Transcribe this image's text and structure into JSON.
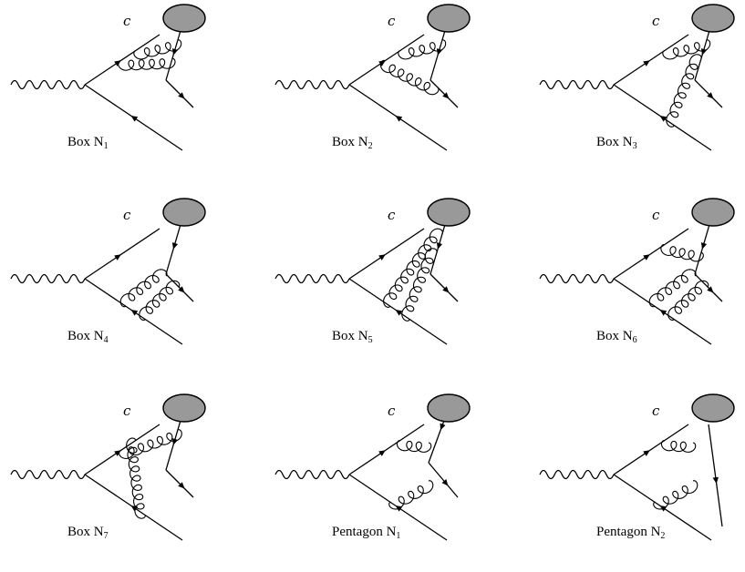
{
  "quark_label": "c",
  "colors": {
    "line": "#000000",
    "blob_fill": "#999999"
  },
  "diagrams": [
    {
      "id": "box-n1",
      "name": "Box N",
      "index": "1",
      "gluons": [
        [
          "q1",
          "a1"
        ],
        [
          "q2",
          "a2"
        ]
      ]
    },
    {
      "id": "box-n2",
      "name": "Box N",
      "index": "2",
      "gluons": [
        [
          "q1",
          "a1"
        ],
        [
          "q2",
          "a3"
        ]
      ]
    },
    {
      "id": "box-n3",
      "name": "Box N",
      "index": "3",
      "gluons": [
        [
          "q1",
          "a1"
        ],
        [
          "a2",
          "qb2"
        ]
      ]
    },
    {
      "id": "box-n4",
      "name": "Box N",
      "index": "4",
      "gluons": [
        [
          "b1",
          "qb1"
        ],
        [
          "b2",
          "qb2"
        ]
      ]
    },
    {
      "id": "box-n5",
      "name": "Box N",
      "index": "5",
      "gluons": [
        [
          "a1",
          "qb1"
        ],
        [
          "a2",
          "qb2"
        ]
      ]
    },
    {
      "id": "box-n6",
      "name": "Box N",
      "index": "6",
      "gluons": [
        [
          "q1",
          "a2"
        ],
        [
          "b1",
          "qb1"
        ],
        [
          "b2",
          "qb2"
        ]
      ]
    },
    {
      "id": "box-n7",
      "name": "Box N",
      "index": "7",
      "gluons": [
        [
          "q1",
          "qb2"
        ],
        [
          "q2",
          "a1"
        ]
      ]
    },
    {
      "id": "pentagon-n1",
      "name": "Pentagon N",
      "index": "1",
      "gluons": [
        [
          "q1",
          "v1"
        ],
        [
          "qb1",
          "v2"
        ]
      ]
    },
    {
      "id": "pentagon-n2",
      "name": "Pentagon N",
      "index": "2",
      "gluons": [
        [
          "q1",
          "v1"
        ],
        [
          "qb1",
          "v2"
        ]
      ]
    }
  ]
}
